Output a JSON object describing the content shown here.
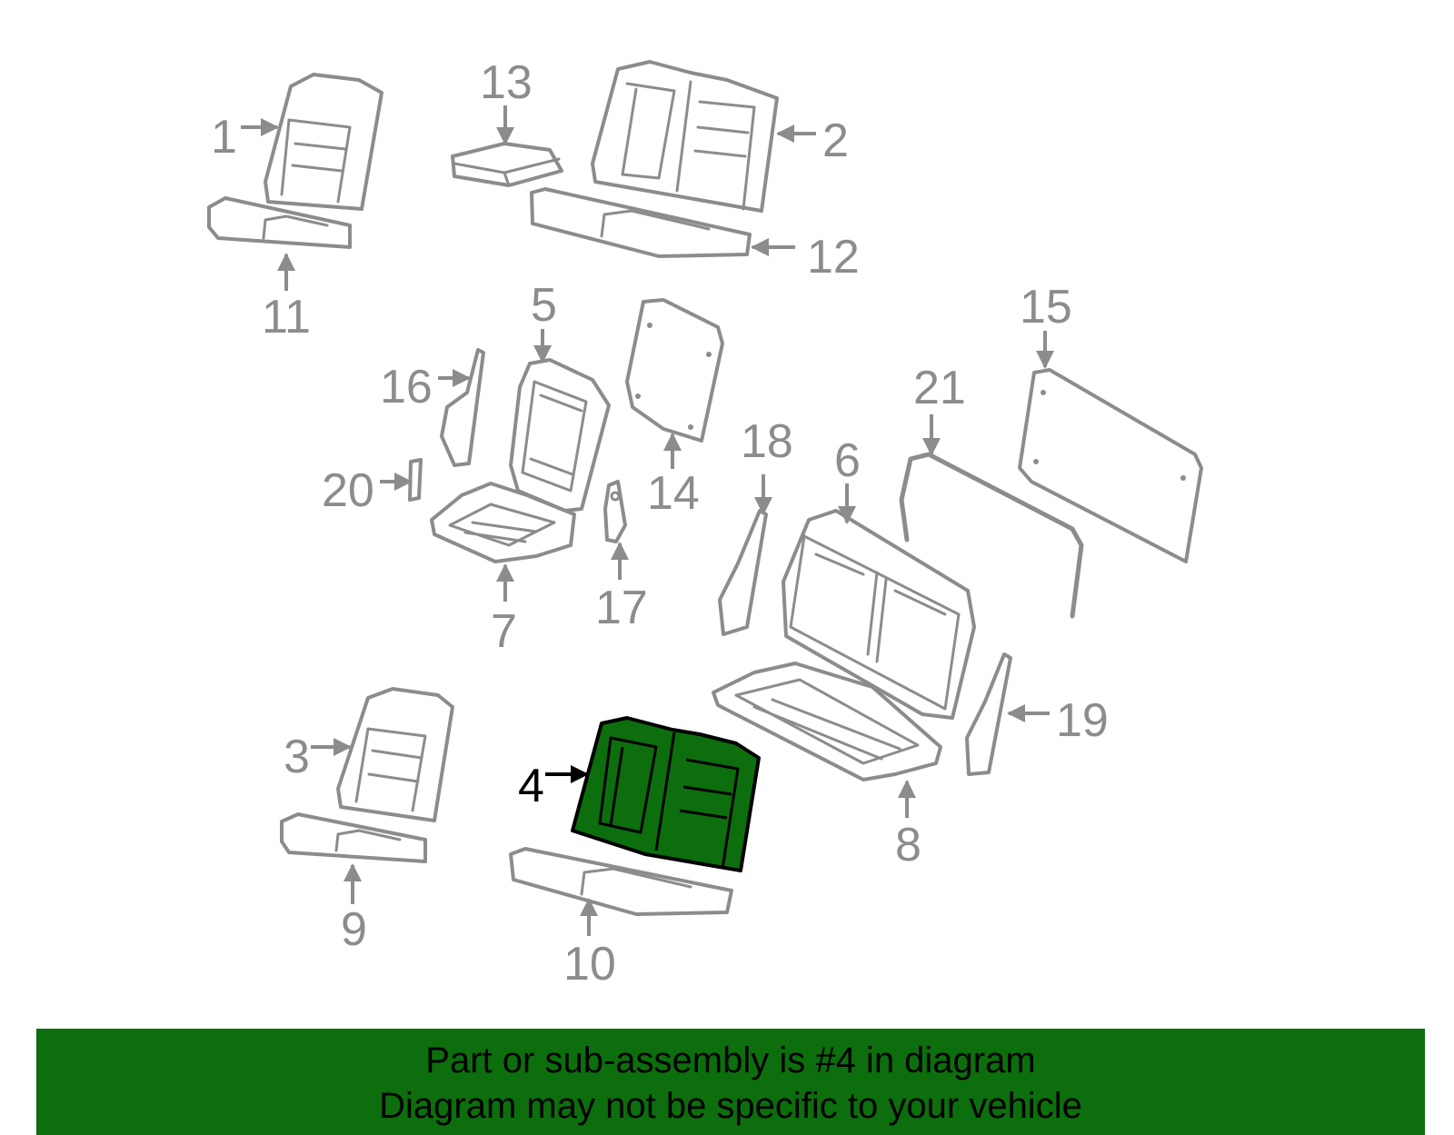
{
  "diagram": {
    "highlighted_part": "4",
    "colors": {
      "highlight": "#0d6e0d",
      "outline": "#8c8c8c",
      "banner": "#0d6e0d"
    },
    "callouts": {
      "c1": "1",
      "c2": "2",
      "c3": "3",
      "c4": "4",
      "c5": "5",
      "c6": "6",
      "c7": "7",
      "c8": "8",
      "c9": "9",
      "c10": "10",
      "c11": "11",
      "c12": "12",
      "c13": "13",
      "c14": "14",
      "c15": "15",
      "c16": "16",
      "c17": "17",
      "c18": "18",
      "c19": "19",
      "c20": "20",
      "c21": "21"
    }
  },
  "banner": {
    "line1": "Part or sub-assembly is #4 in diagram",
    "line2": "Diagram may not be specific to your vehicle"
  }
}
